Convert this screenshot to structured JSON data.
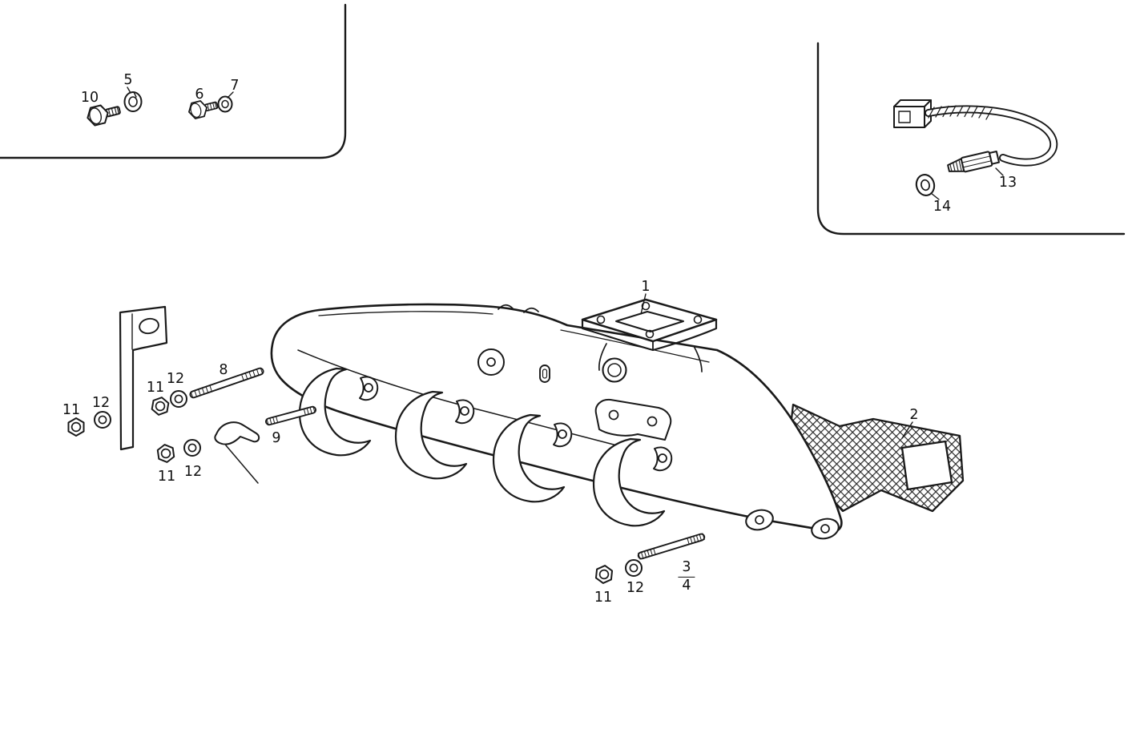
{
  "page": {
    "background_color": "#ffffff",
    "line_color": "#1a1a1a"
  },
  "callouts": [
    {
      "part": "10"
    },
    {
      "part": "5"
    },
    {
      "part": "6"
    },
    {
      "part": "7"
    },
    {
      "part": "13"
    },
    {
      "part": "14"
    },
    {
      "part": "1"
    },
    {
      "part": "2"
    },
    {
      "part": "8"
    },
    {
      "part": "9"
    },
    {
      "part": "11"
    },
    {
      "part": "12"
    },
    {
      "part": "11"
    },
    {
      "part": "12"
    },
    {
      "part": "11"
    },
    {
      "part": "12"
    },
    {
      "part": "11"
    },
    {
      "part": "12"
    }
  ],
  "fraction_callout": {
    "numerator": "3",
    "denominator": "4"
  }
}
